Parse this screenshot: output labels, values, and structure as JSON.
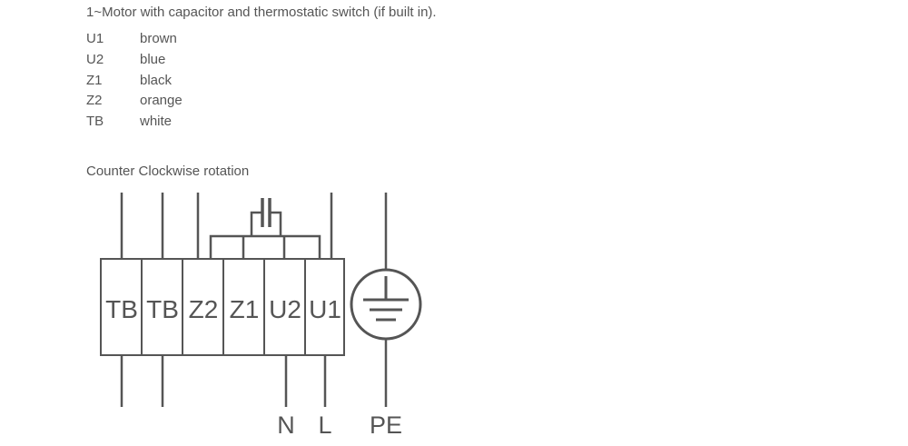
{
  "heading": "1~Motor with capacitor and thermostatic switch (if built in).",
  "legend": [
    {
      "code": "U1",
      "color": "brown"
    },
    {
      "code": "U2",
      "color": "blue"
    },
    {
      "code": "Z1",
      "color": "black"
    },
    {
      "code": "Z2",
      "color": "orange"
    },
    {
      "code": "TB",
      "color": "white"
    }
  ],
  "rotation_label": "Counter Clockwise rotation",
  "diagram": {
    "terminals": [
      "TB",
      "TB",
      "Z2",
      "Z1",
      "U2",
      "U1"
    ],
    "supply_labels": [
      "N",
      "L",
      "PE"
    ],
    "line_color": "#555555"
  }
}
